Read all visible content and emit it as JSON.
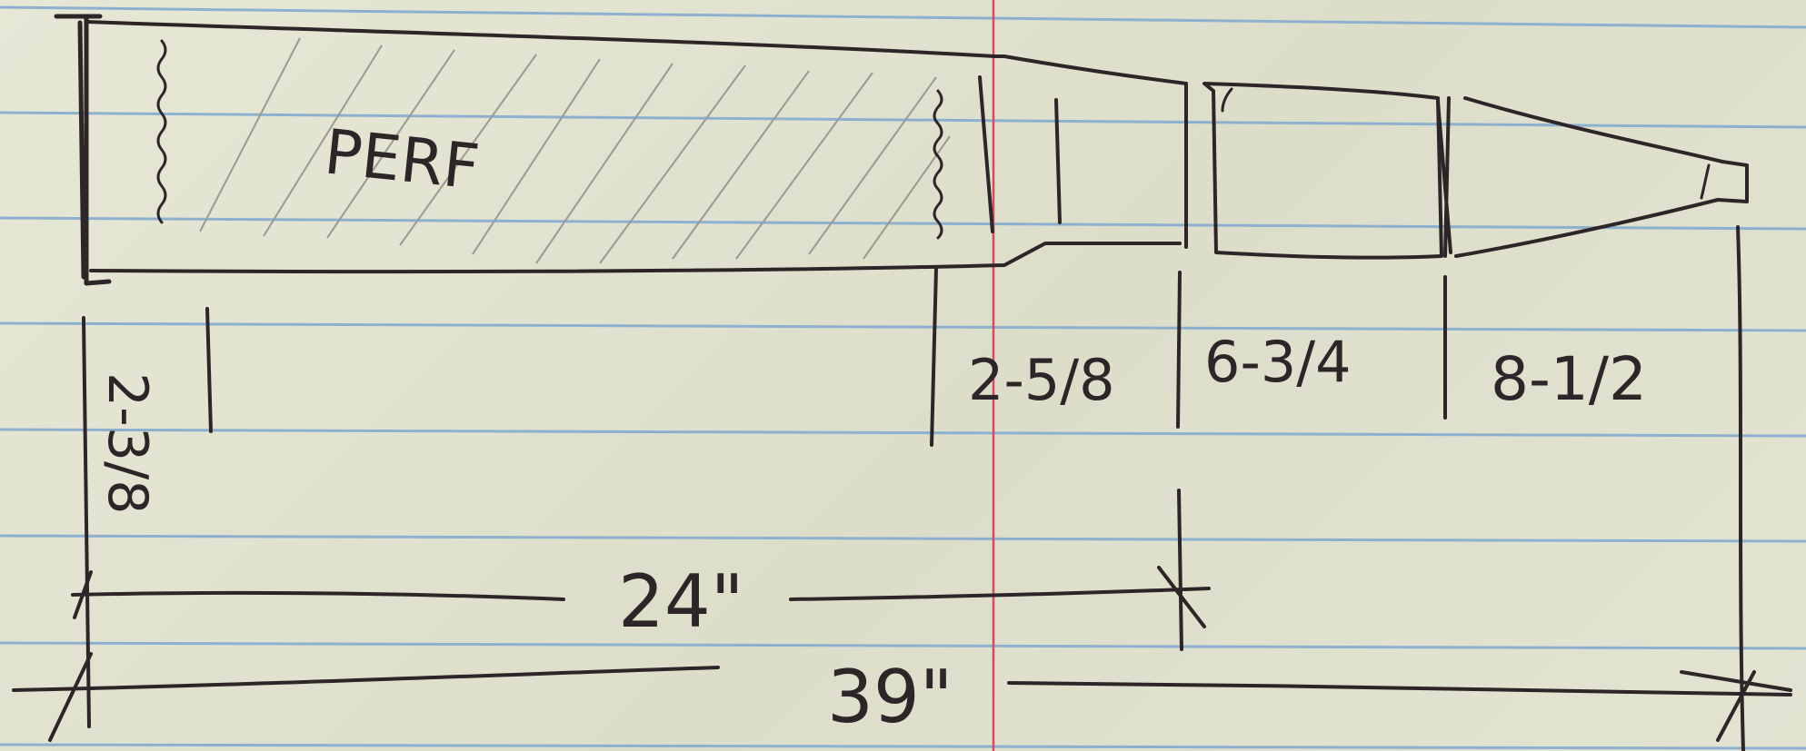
{
  "sketch": {
    "perf_label": "PERF",
    "section_perf_height": "2-3/8",
    "section_2": "2-5/8",
    "section_3": "6-3/4",
    "section_4": "8-1/2",
    "dim_24": "24\"",
    "dim_39": "39\""
  },
  "paper": {
    "background": "#e2e3d0",
    "rule_color": "#8eb0cf",
    "margin_color": "#d9495c",
    "ink_color": "#2e2528"
  }
}
